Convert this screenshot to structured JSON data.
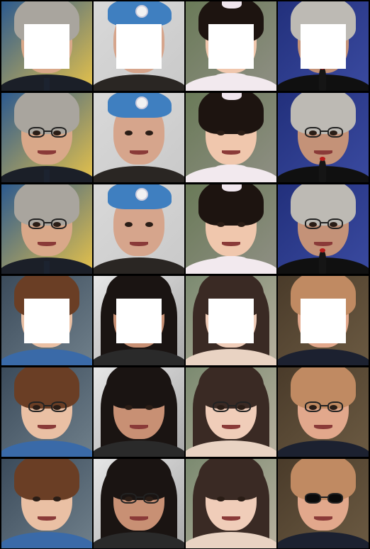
{
  "grid": {
    "rows": 6,
    "cols": 4,
    "masked_rows": [
      0,
      3
    ]
  },
  "subjects": [
    {
      "id": "older-man-suit",
      "icon": "face-portrait",
      "bg": [
        "#2c5a8f",
        "#e6c24a"
      ],
      "skin": "#d9a889",
      "hair": "#a9a59e",
      "clothes": "#1b1f28",
      "accessory": "tie"
    },
    {
      "id": "un-soldier",
      "icon": "face-portrait",
      "bg": [
        "#d9d9d9",
        "#c9c9c9"
      ],
      "skin": "#d6a58c",
      "hair": "#7a6050",
      "clothes": "#2a2623",
      "accessory": "beret"
    },
    {
      "id": "toddler-girl",
      "icon": "face-portrait",
      "bg": [
        "#6a7a58",
        "#8f8f84"
      ],
      "skin": "#f0c7ad",
      "hair": "#1d1410",
      "clothes": "#f2e9ee",
      "accessory": "bow"
    },
    {
      "id": "man-with-mic",
      "icon": "face-portrait",
      "bg": [
        "#22307c",
        "#3a4aa0"
      ],
      "skin": "#c49278",
      "hair": "#bdbab4",
      "clothes": "#101010",
      "accessory": "mic"
    },
    {
      "id": "smiling-woman",
      "icon": "face-portrait",
      "bg": [
        "#3b4b5b",
        "#6f7f8a"
      ],
      "skin": "#eac0a4",
      "hair": "#6a3e25",
      "clothes": "#3a6aa8",
      "accessory": "none"
    },
    {
      "id": "woman-long-hair",
      "icon": "face-portrait",
      "bg": [
        "#e6e6e6",
        "#a9a9a9"
      ],
      "skin": "#c89074",
      "hair": "#1a1412",
      "clothes": "#2a2a2a",
      "accessory": "long-hair"
    },
    {
      "id": "young-woman-bangs",
      "icon": "face-portrait",
      "bg": [
        "#7b8a70",
        "#b7b09f"
      ],
      "skin": "#f0cdb9",
      "hair": "#3a2a24",
      "clothes": "#e9d3c3",
      "accessory": "long-hair"
    },
    {
      "id": "bald-man",
      "icon": "face-portrait",
      "bg": [
        "#4a3b2a",
        "#6b5a42"
      ],
      "skin": "#e2a88c",
      "hair": "#c08a62",
      "clothes": "#1c2130",
      "accessory": "none"
    }
  ],
  "row_variants": [
    {
      "kind": "masked-input",
      "glasses": "none"
    },
    {
      "kind": "reconstruction-a",
      "glasses": "clear"
    },
    {
      "kind": "reconstruction-b",
      "glasses": "varied"
    },
    {
      "kind": "masked-input",
      "glasses": "none"
    },
    {
      "kind": "reconstruction-a",
      "glasses": "clear"
    },
    {
      "kind": "reconstruction-b",
      "glasses": "varied"
    }
  ],
  "glasses_per_subject_row_b": [
    "round-clear",
    "none",
    "none",
    "clear",
    "none",
    "clear",
    "none",
    "dark"
  ],
  "mask_color": "#ffffff",
  "separator_color": "#000000"
}
